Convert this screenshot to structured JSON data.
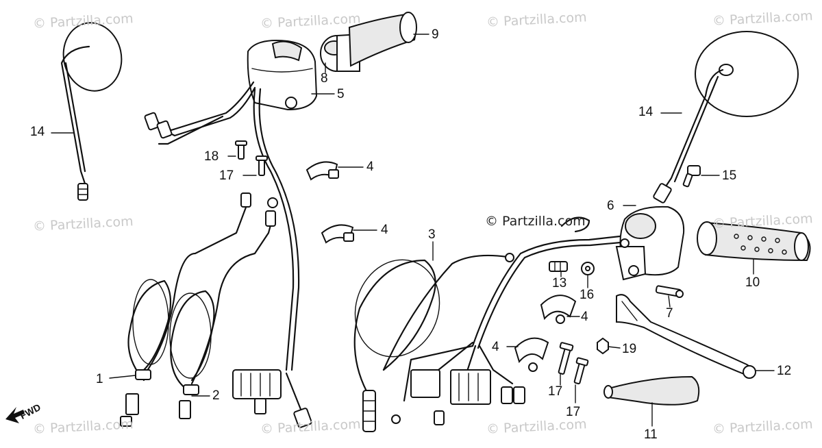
{
  "watermark": "© Partzilla.com",
  "center_copyright": "© Partzilla.com",
  "direction_label": "FWD",
  "callouts": {
    "left_mirror": "14",
    "right_mirror": "14",
    "cable_1": "1",
    "cable_2": "2",
    "cable_3": "3",
    "clamp_a": "4",
    "clamp_b": "4",
    "clamp_c": "4",
    "clamp_d": "4",
    "left_switch": "5",
    "right_switch": "6",
    "pin_7": "7",
    "throttle_pipe": "8",
    "left_grip": "9",
    "right_grip": "10",
    "lever_cover": "11",
    "clutch_lever": "12",
    "bolt_13": "13",
    "mirror_bolt": "15",
    "washer_16": "16",
    "screw_17_left": "17",
    "screw_17_a": "17",
    "screw_17_b": "17",
    "screw_18": "18",
    "nut_19": "19"
  }
}
